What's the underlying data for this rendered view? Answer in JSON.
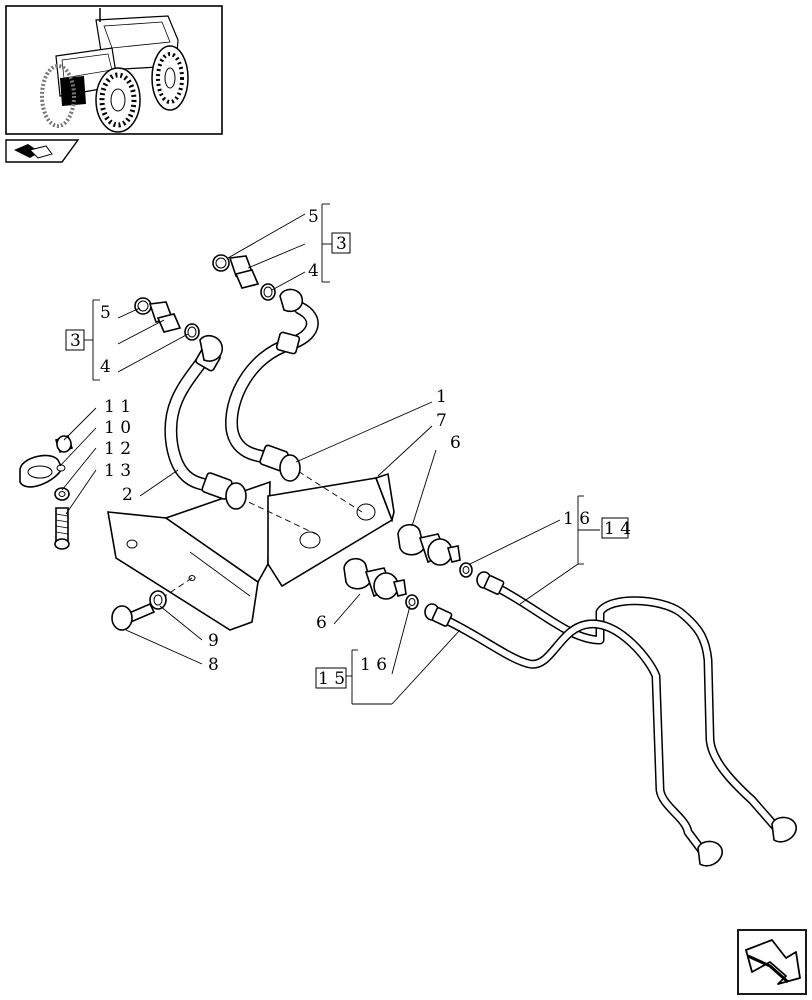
{
  "labels": {
    "l1": "1",
    "l2": "2",
    "l3_top": "3",
    "l3_left": "3",
    "l4_top": "4",
    "l4_left": "4",
    "l5_top": "5",
    "l5_left": "5",
    "l6_upper": "6",
    "l6_lower": "6",
    "l7": "7",
    "l8": "8",
    "l9": "9",
    "l10": "1 0",
    "l11": "1 1",
    "l12": "1 2",
    "l13": "1 3",
    "l14": "1 4",
    "l15": "1 5",
    "l16_upper": "1 6",
    "l16_lower": "1 6"
  },
  "icons": {
    "thumbnail": "tractor-thumbnail-icon",
    "kit": "part-kit-icon",
    "nav": "next-page-arrow-icon"
  },
  "colors": {
    "ink": "#000000",
    "paper": "#ffffff"
  }
}
